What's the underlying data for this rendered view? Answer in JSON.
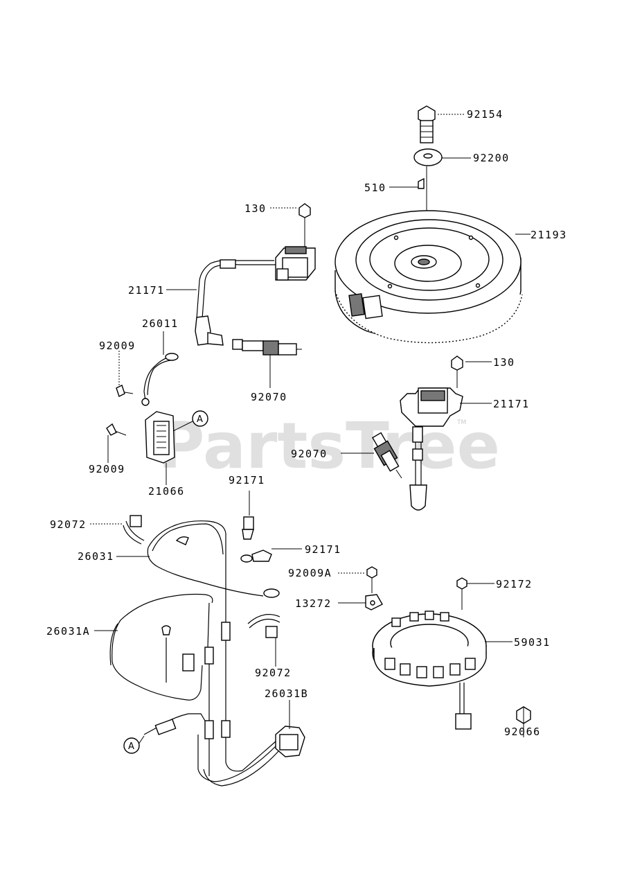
{
  "watermark": {
    "text": "PartsTree",
    "tm": "TM"
  },
  "ref_mark": "A",
  "labels": {
    "p92154": "92154",
    "p92200": "92200",
    "p510": "510",
    "p130_top": "130",
    "p21193": "21193",
    "p21171_left": "21171",
    "p26011": "26011",
    "p92009_upper": "92009",
    "p92070_left": "92070",
    "p130_right": "130",
    "p21171_right": "21171",
    "p92009_lower": "92009",
    "p21066": "21066",
    "p92070_right": "92070",
    "p92171_top": "92171",
    "p92072_top": "92072",
    "p26031": "26031",
    "p92171_mid": "92171",
    "p92009A": "92009A",
    "p92172": "92172",
    "p13272": "13272",
    "p26031A": "26031A",
    "p59031": "59031",
    "p92072_low": "92072",
    "p26031B": "26031B",
    "p92066": "92066"
  }
}
